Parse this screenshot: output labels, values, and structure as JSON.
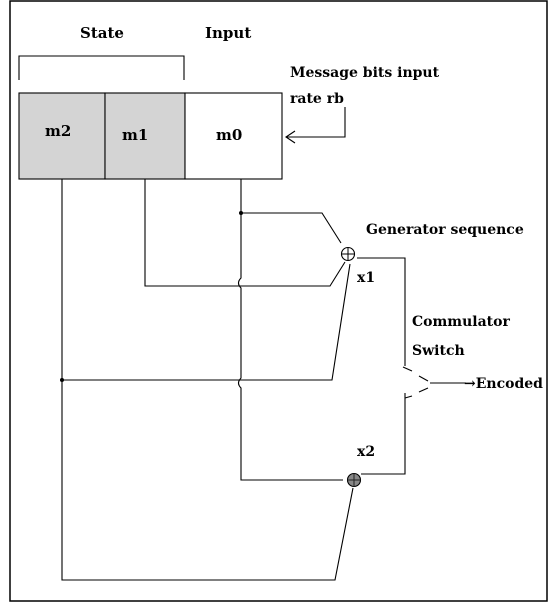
{
  "labels": {
    "state": "State",
    "input": "Input",
    "message_bits_line1": "Message bits input",
    "message_bits_line2": "rate rb",
    "generator_sequence": "Generator sequence",
    "x1": "x1",
    "x2": "x2",
    "commutator_line1": "Commulator",
    "commutator_line2": "Switch",
    "encoded_bits": "→Encoded bits"
  },
  "registers": [
    {
      "label": "m2",
      "shaded": true
    },
    {
      "label": "m1",
      "shaded": true
    },
    {
      "label": "m0",
      "shaded": false
    }
  ],
  "colors": {
    "shaded_cell": "#d4d4d4",
    "line": "#000000",
    "background": "#ffffff"
  }
}
